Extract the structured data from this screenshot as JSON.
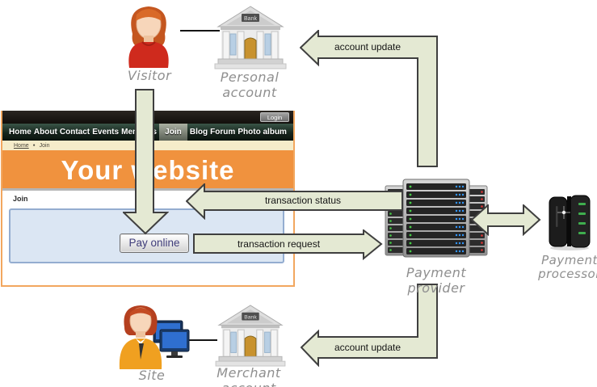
{
  "colors": {
    "arrow_fill": "#e4e9d3",
    "arrow_stroke": "#3f3f3f",
    "banner_orange": "#f0923e",
    "breadcrumb_bg": "#f5ecca",
    "panel_blue": "#dbe6f3",
    "panel_blue_border": "#94add0",
    "label_gray": "#8f8f8f",
    "button_text": "#3f3c7a"
  },
  "nodes": {
    "visitor": {
      "label": "Visitor"
    },
    "personal_account": {
      "label": "Personal account",
      "sign": "Bank"
    },
    "payment_provider": {
      "label": "Payment provider"
    },
    "payment_processor": {
      "label_line1": "Payment",
      "label_line2": "processor"
    },
    "site_owner": {
      "label": "Site owner"
    },
    "merchant_account": {
      "label": "Merchant account",
      "sign": "Bank"
    }
  },
  "arrows": {
    "account_update_top": {
      "label": "account update"
    },
    "transaction_status": {
      "label": "transaction status"
    },
    "transaction_request": {
      "label": "transaction request"
    },
    "account_update_bottom": {
      "label": "account update"
    },
    "provider_processor": {
      "label": ""
    }
  },
  "website": {
    "login_button": "Login",
    "nav_items": [
      "Home",
      "About",
      "Contact",
      "Events",
      "Members",
      "Join",
      "Blog",
      "Forum",
      "Photo album"
    ],
    "active_nav": "Join",
    "breadcrumb": {
      "home": "Home",
      "separator": "●",
      "current": "Join"
    },
    "banner_title": "Your website",
    "section_title": "Join",
    "pay_button": "Pay online"
  }
}
